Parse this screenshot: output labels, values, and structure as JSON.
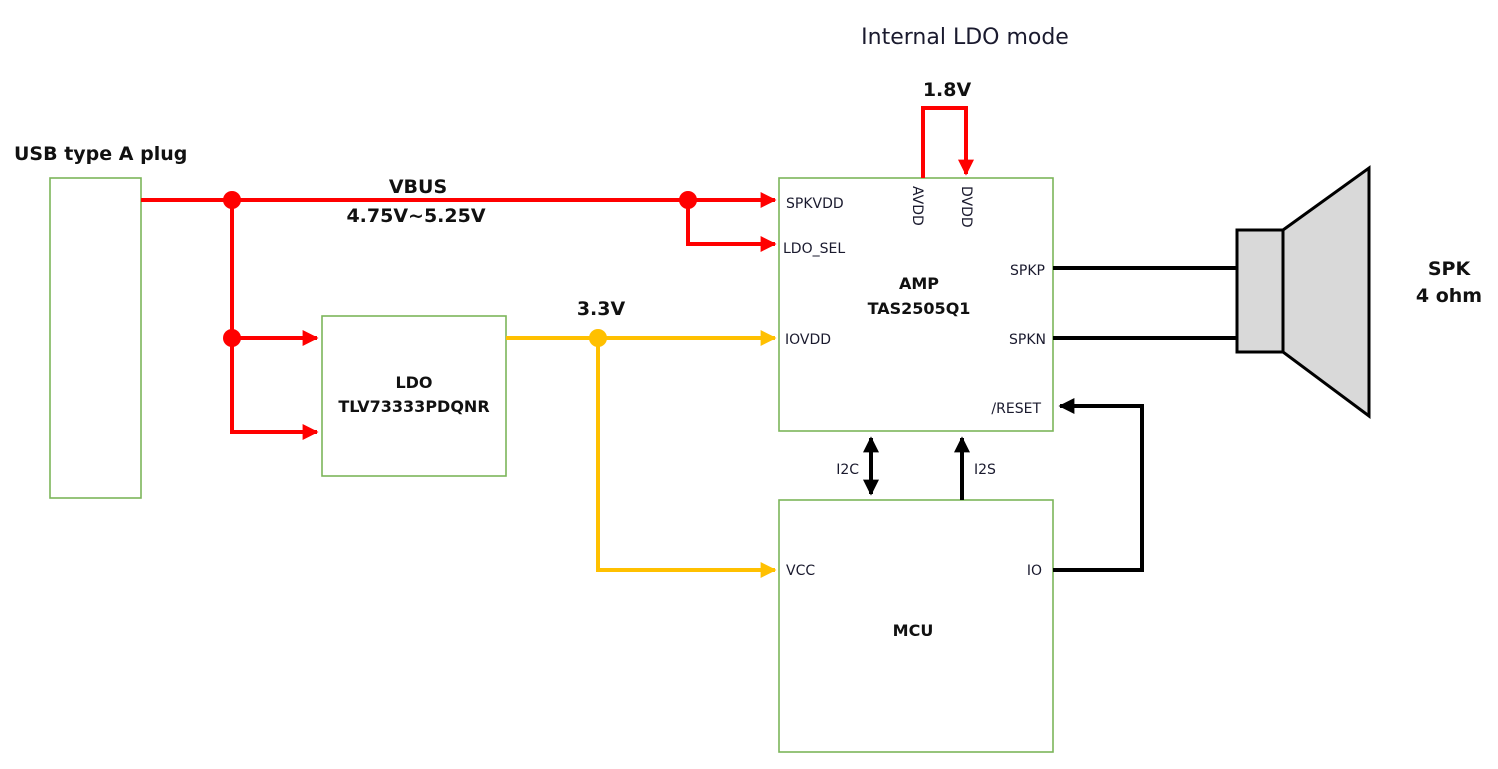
{
  "title": "Internal LDO mode",
  "colors": {
    "vbus_wire": "#ff0000",
    "rail_3v3_wire": "#ffc000",
    "signal_wire": "#000000",
    "block_border": "#7cb55a",
    "speaker_fill": "#d9d9d9"
  },
  "usb": {
    "label": "USB type A plug"
  },
  "vbus": {
    "name": "VBUS",
    "range": "4.75V~5.25V"
  },
  "ldo": {
    "name": "LDO",
    "part": "TLV73333PDQNR",
    "output": "3.3V"
  },
  "amp": {
    "name": "AMP",
    "part": "TAS2505Q1",
    "internal_rail": "1.8V",
    "pins": {
      "spkvdd": "SPKVDD",
      "ldo_sel": "LDO_SEL",
      "iovdd": "IOVDD",
      "avdd": "AVDD",
      "dvdd": "DVDD",
      "spkp": "SPKP",
      "spkn": "SPKN",
      "reset": "/RESET"
    }
  },
  "mcu": {
    "name": "MCU",
    "pins": {
      "vcc": "VCC",
      "io": "IO"
    }
  },
  "buses": {
    "i2c": "I2C",
    "i2s": "I2S"
  },
  "speaker": {
    "name": "SPK",
    "impedance": "4 ohm"
  }
}
